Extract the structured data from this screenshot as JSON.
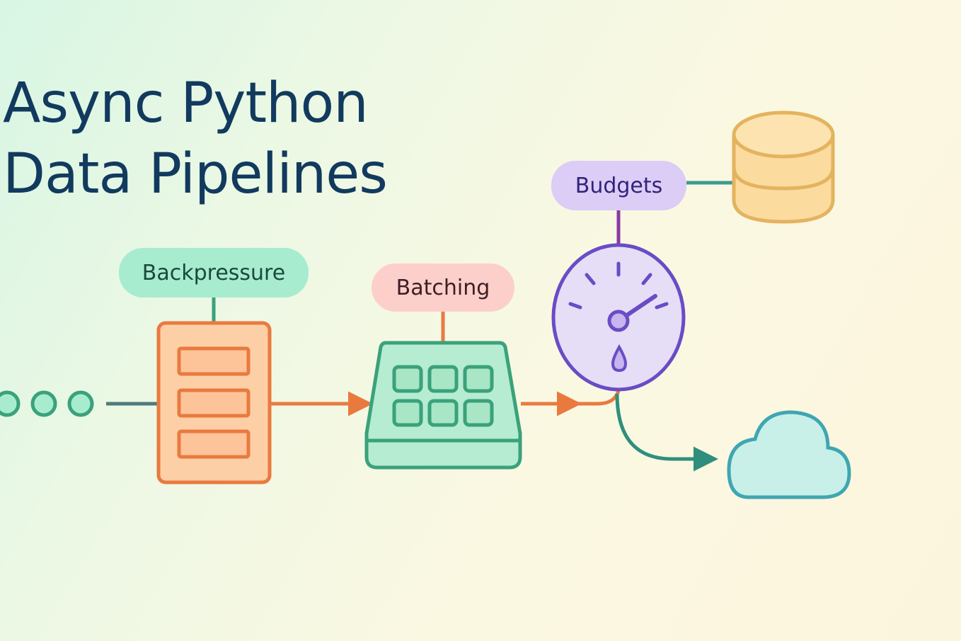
{
  "title": {
    "line1": "Async Python",
    "line2": "Data Pipelines"
  },
  "labels": {
    "backpressure": "Backpressure",
    "batching": "Batching",
    "budgets": "Budgets"
  },
  "icons": {
    "source": "dots-icon",
    "queue": "queue-icon",
    "batcher": "grid-tray-icon",
    "meter": "gauge-icon",
    "storage": "database-icon",
    "sink": "cloud-icon"
  },
  "colors": {
    "title": "#123a5e",
    "orange": "#e97a3f",
    "green": "#3aa27b",
    "purple": "#6a4cc6",
    "teal": "#3c9b8e",
    "database": "#e4b35f",
    "cloud": "#3fa6b2"
  }
}
